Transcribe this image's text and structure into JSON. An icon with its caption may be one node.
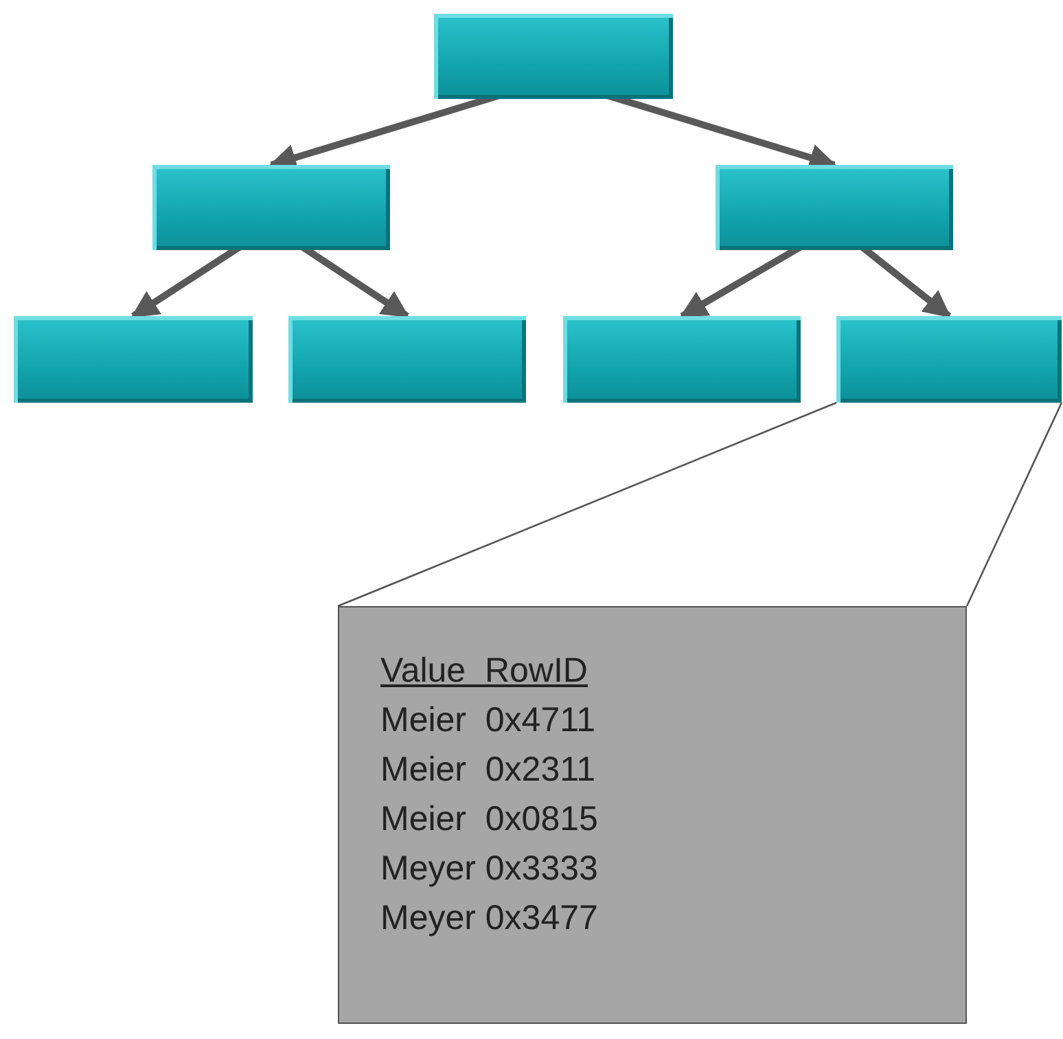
{
  "diagram": {
    "nodes": [
      {
        "text": [],
        "shape": "box"
      },
      {
        "text": [],
        "shape": "box"
      },
      {
        "text": [],
        "shape": "box"
      },
      {
        "text": [],
        "shape": "box"
      },
      {
        "text": [],
        "shape": "box"
      },
      {
        "text": [],
        "shape": "box"
      },
      {
        "text": [],
        "shape": "box"
      },
      {
        "text": [
          "Value  RowID",
          "Meier  0x4711",
          "Meier  0x2311",
          "Meier  0x0815",
          "Meyer 0x3333",
          "Meyer 0x3477"
        ]
      }
    ],
    "edges": [
      {
        "from": 0,
        "to": 1,
        "arrow": "to"
      },
      {
        "from": 0,
        "to": 2,
        "arrow": "to"
      },
      {
        "from": 1,
        "to": 3,
        "arrow": "to"
      },
      {
        "from": 1,
        "to": 4,
        "arrow": "to"
      },
      {
        "from": 2,
        "to": 5,
        "arrow": "to"
      },
      {
        "from": 2,
        "to": 6,
        "arrow": "to"
      },
      {
        "from": 6,
        "to": 7,
        "arrow": "none"
      },
      {
        "from": 6,
        "to": 7,
        "arrow": "none"
      }
    ]
  }
}
